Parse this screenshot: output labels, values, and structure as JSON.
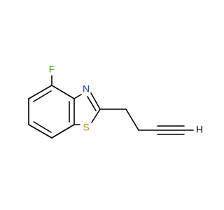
{
  "molecule": {
    "atoms": {
      "fluorine": {
        "symbol": "F",
        "color": "#2aa000"
      },
      "nitrogen": {
        "symbol": "N",
        "color": "#1f3bd1"
      },
      "sulfur": {
        "symbol": "S",
        "color": "#b39000"
      },
      "hydrogen": {
        "symbol": "H",
        "color": "#000000"
      }
    }
  }
}
